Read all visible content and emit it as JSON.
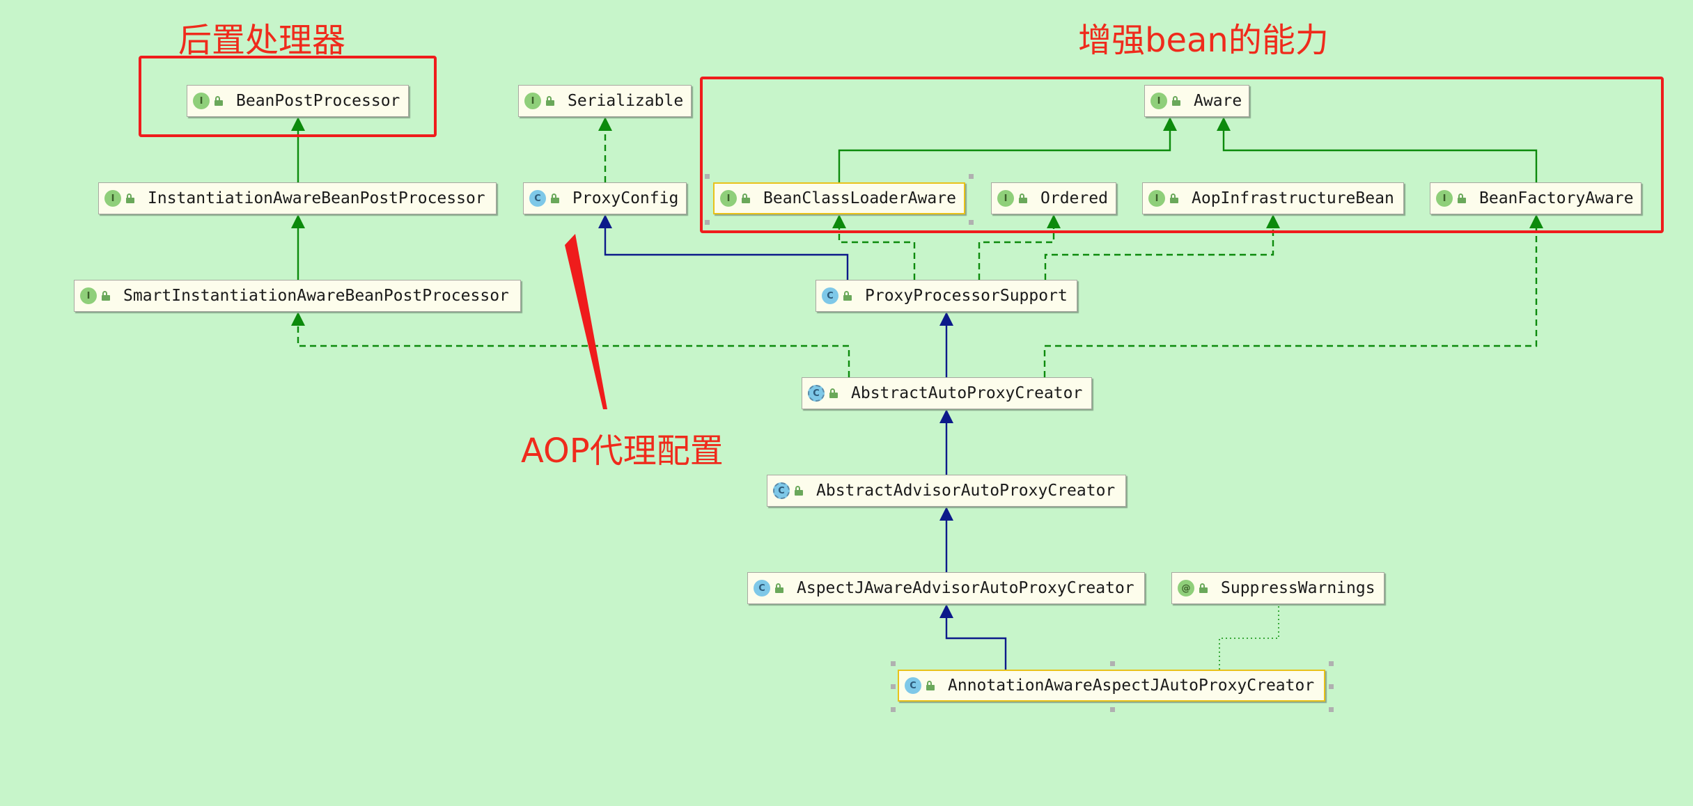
{
  "annotations": {
    "post_processor": "后置处理器",
    "enhance_bean": "增强bean的能力",
    "aop_config": "AOP代理配置"
  },
  "nodes": {
    "BeanPostProcessor": {
      "label": "BeanPostProcessor",
      "kind": "I"
    },
    "Serializable": {
      "label": "Serializable",
      "kind": "I"
    },
    "Aware": {
      "label": "Aware",
      "kind": "I"
    },
    "InstantiationAwareBeanPostProcessor": {
      "label": "InstantiationAwareBeanPostProcessor",
      "kind": "I"
    },
    "ProxyConfig": {
      "label": "ProxyConfig",
      "kind": "C"
    },
    "BeanClassLoaderAware": {
      "label": "BeanClassLoaderAware",
      "kind": "I"
    },
    "Ordered": {
      "label": "Ordered",
      "kind": "I"
    },
    "AopInfrastructureBean": {
      "label": "AopInfrastructureBean",
      "kind": "I"
    },
    "BeanFactoryAware": {
      "label": "BeanFactoryAware",
      "kind": "I"
    },
    "SmartInstantiationAwareBeanPostProcessor": {
      "label": "SmartInstantiationAwareBeanPostProcessor",
      "kind": "I"
    },
    "ProxyProcessorSupport": {
      "label": "ProxyProcessorSupport",
      "kind": "C"
    },
    "AbstractAutoProxyCreator": {
      "label": "AbstractAutoProxyCreator",
      "kind": "A"
    },
    "AbstractAdvisorAutoProxyCreator": {
      "label": "AbstractAdvisorAutoProxyCreator",
      "kind": "A"
    },
    "AspectJAwareAdvisorAutoProxyCreator": {
      "label": "AspectJAwareAdvisorAutoProxyCreator",
      "kind": "C"
    },
    "SuppressWarnings": {
      "label": "SuppressWarnings",
      "kind": "@"
    },
    "AnnotationAwareAspectJAutoProxyCreator": {
      "label": "AnnotationAwareAspectJAutoProxyCreator",
      "kind": "C"
    }
  },
  "badges": {
    "I": "I",
    "C": "C",
    "A": "C",
    "@": "@"
  },
  "edges": [
    {
      "from": "InstantiationAwareBeanPostProcessor",
      "to": "BeanPostProcessor",
      "type": "extends-interface"
    },
    {
      "from": "SmartInstantiationAwareBeanPostProcessor",
      "to": "InstantiationAwareBeanPostProcessor",
      "type": "extends-interface"
    },
    {
      "from": "ProxyConfig",
      "to": "Serializable",
      "type": "implements"
    },
    {
      "from": "BeanClassLoaderAware",
      "to": "Aware",
      "type": "extends-interface"
    },
    {
      "from": "BeanFactoryAware",
      "to": "Aware",
      "type": "extends-interface"
    },
    {
      "from": "ProxyProcessorSupport",
      "to": "ProxyConfig",
      "type": "extends-class"
    },
    {
      "from": "ProxyProcessorSupport",
      "to": "BeanClassLoaderAware",
      "type": "implements"
    },
    {
      "from": "ProxyProcessorSupport",
      "to": "Ordered",
      "type": "implements"
    },
    {
      "from": "ProxyProcessorSupport",
      "to": "AopInfrastructureBean",
      "type": "implements"
    },
    {
      "from": "AbstractAutoProxyCreator",
      "to": "ProxyProcessorSupport",
      "type": "extends-class"
    },
    {
      "from": "AbstractAutoProxyCreator",
      "to": "SmartInstantiationAwareBeanPostProcessor",
      "type": "implements"
    },
    {
      "from": "AbstractAutoProxyCreator",
      "to": "BeanFactoryAware",
      "type": "implements"
    },
    {
      "from": "AbstractAdvisorAutoProxyCreator",
      "to": "AbstractAutoProxyCreator",
      "type": "extends-class"
    },
    {
      "from": "AspectJAwareAdvisorAutoProxyCreator",
      "to": "AbstractAdvisorAutoProxyCreator",
      "type": "extends-class"
    },
    {
      "from": "AnnotationAwareAspectJAutoProxyCreator",
      "to": "AspectJAwareAdvisorAutoProxyCreator",
      "type": "extends-class"
    },
    {
      "from": "AnnotationAwareAspectJAutoProxyCreator",
      "to": "SuppressWarnings",
      "type": "annotated"
    }
  ],
  "colors": {
    "background": "#c7f5ca",
    "interface_edge": "#0c8a0c",
    "class_edge": "#0c1a8a",
    "annotation_edge": "#3aa83a",
    "annotation_text": "#ef2b1c",
    "highlight_box": "#ef1c1c",
    "selected_border": "#e8c21a"
  }
}
